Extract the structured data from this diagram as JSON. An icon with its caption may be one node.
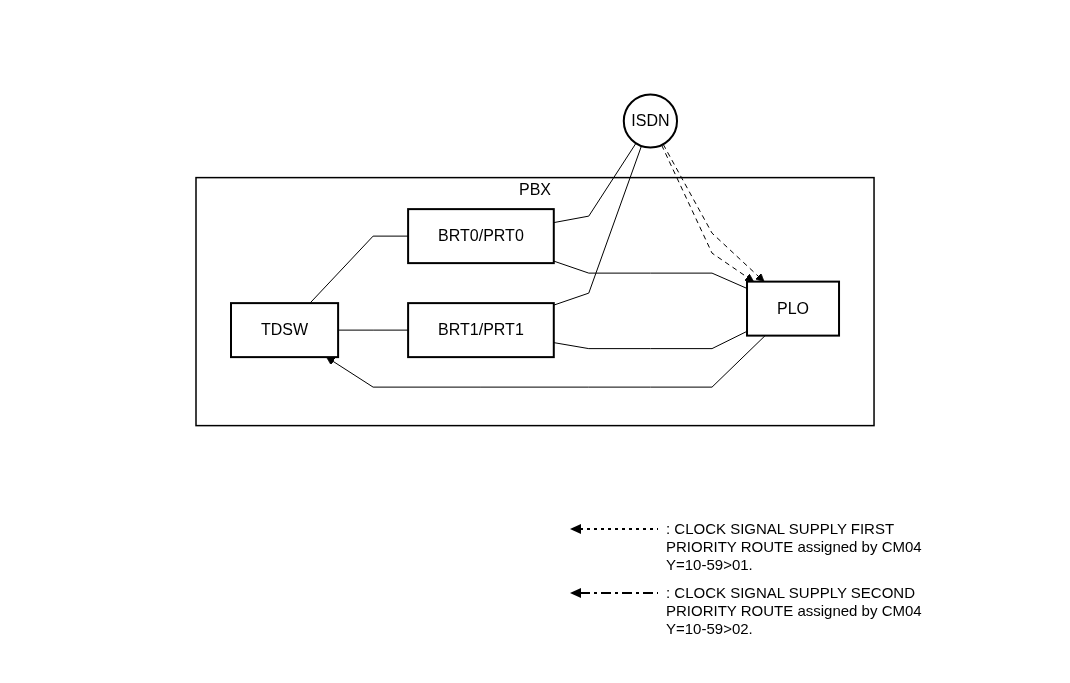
{
  "diagram": {
    "nodes": [
      {
        "text": [
          "PBX"
        ]
      },
      {
        "text": [
          "TDSW"
        ],
        "in": 0
      },
      {
        "text": [
          "BRT0/PRT0"
        ],
        "in": 0
      },
      {
        "text": [
          "BRT1/PRT1"
        ],
        "in": 0
      },
      {
        "text": [
          "PLO"
        ],
        "in": 0
      },
      {
        "text": [
          "ISDN"
        ]
      }
    ],
    "edges": [
      {
        "from": 1,
        "to": 2,
        "arrow": "none"
      },
      {
        "from": 1,
        "to": 3,
        "arrow": "none"
      },
      {
        "from": 2,
        "to": 5,
        "arrow": "none"
      },
      {
        "from": 3,
        "to": 5,
        "arrow": "none"
      },
      {
        "from": 2,
        "to": 4,
        "arrow": "none"
      },
      {
        "from": 3,
        "to": 4,
        "arrow": "none"
      },
      {
        "from": 5,
        "to": 4,
        "arrow": "to",
        "style": "dashed"
      },
      {
        "from": 5,
        "to": 4,
        "arrow": "to",
        "style": "dashed"
      },
      {
        "from": 4,
        "to": 1,
        "arrow": "to"
      }
    ],
    "legend": [
      {
        "text": ": CLOCK SIGNAL SUPPLY FIRST PRIORITY ROUTE assigned by CM04 Y=10-59>01."
      },
      {
        "text": ": CLOCK SIGNAL SUPPLY SECOND PRIORITY ROUTE assigned by CM04 Y=10-59>02."
      }
    ]
  }
}
